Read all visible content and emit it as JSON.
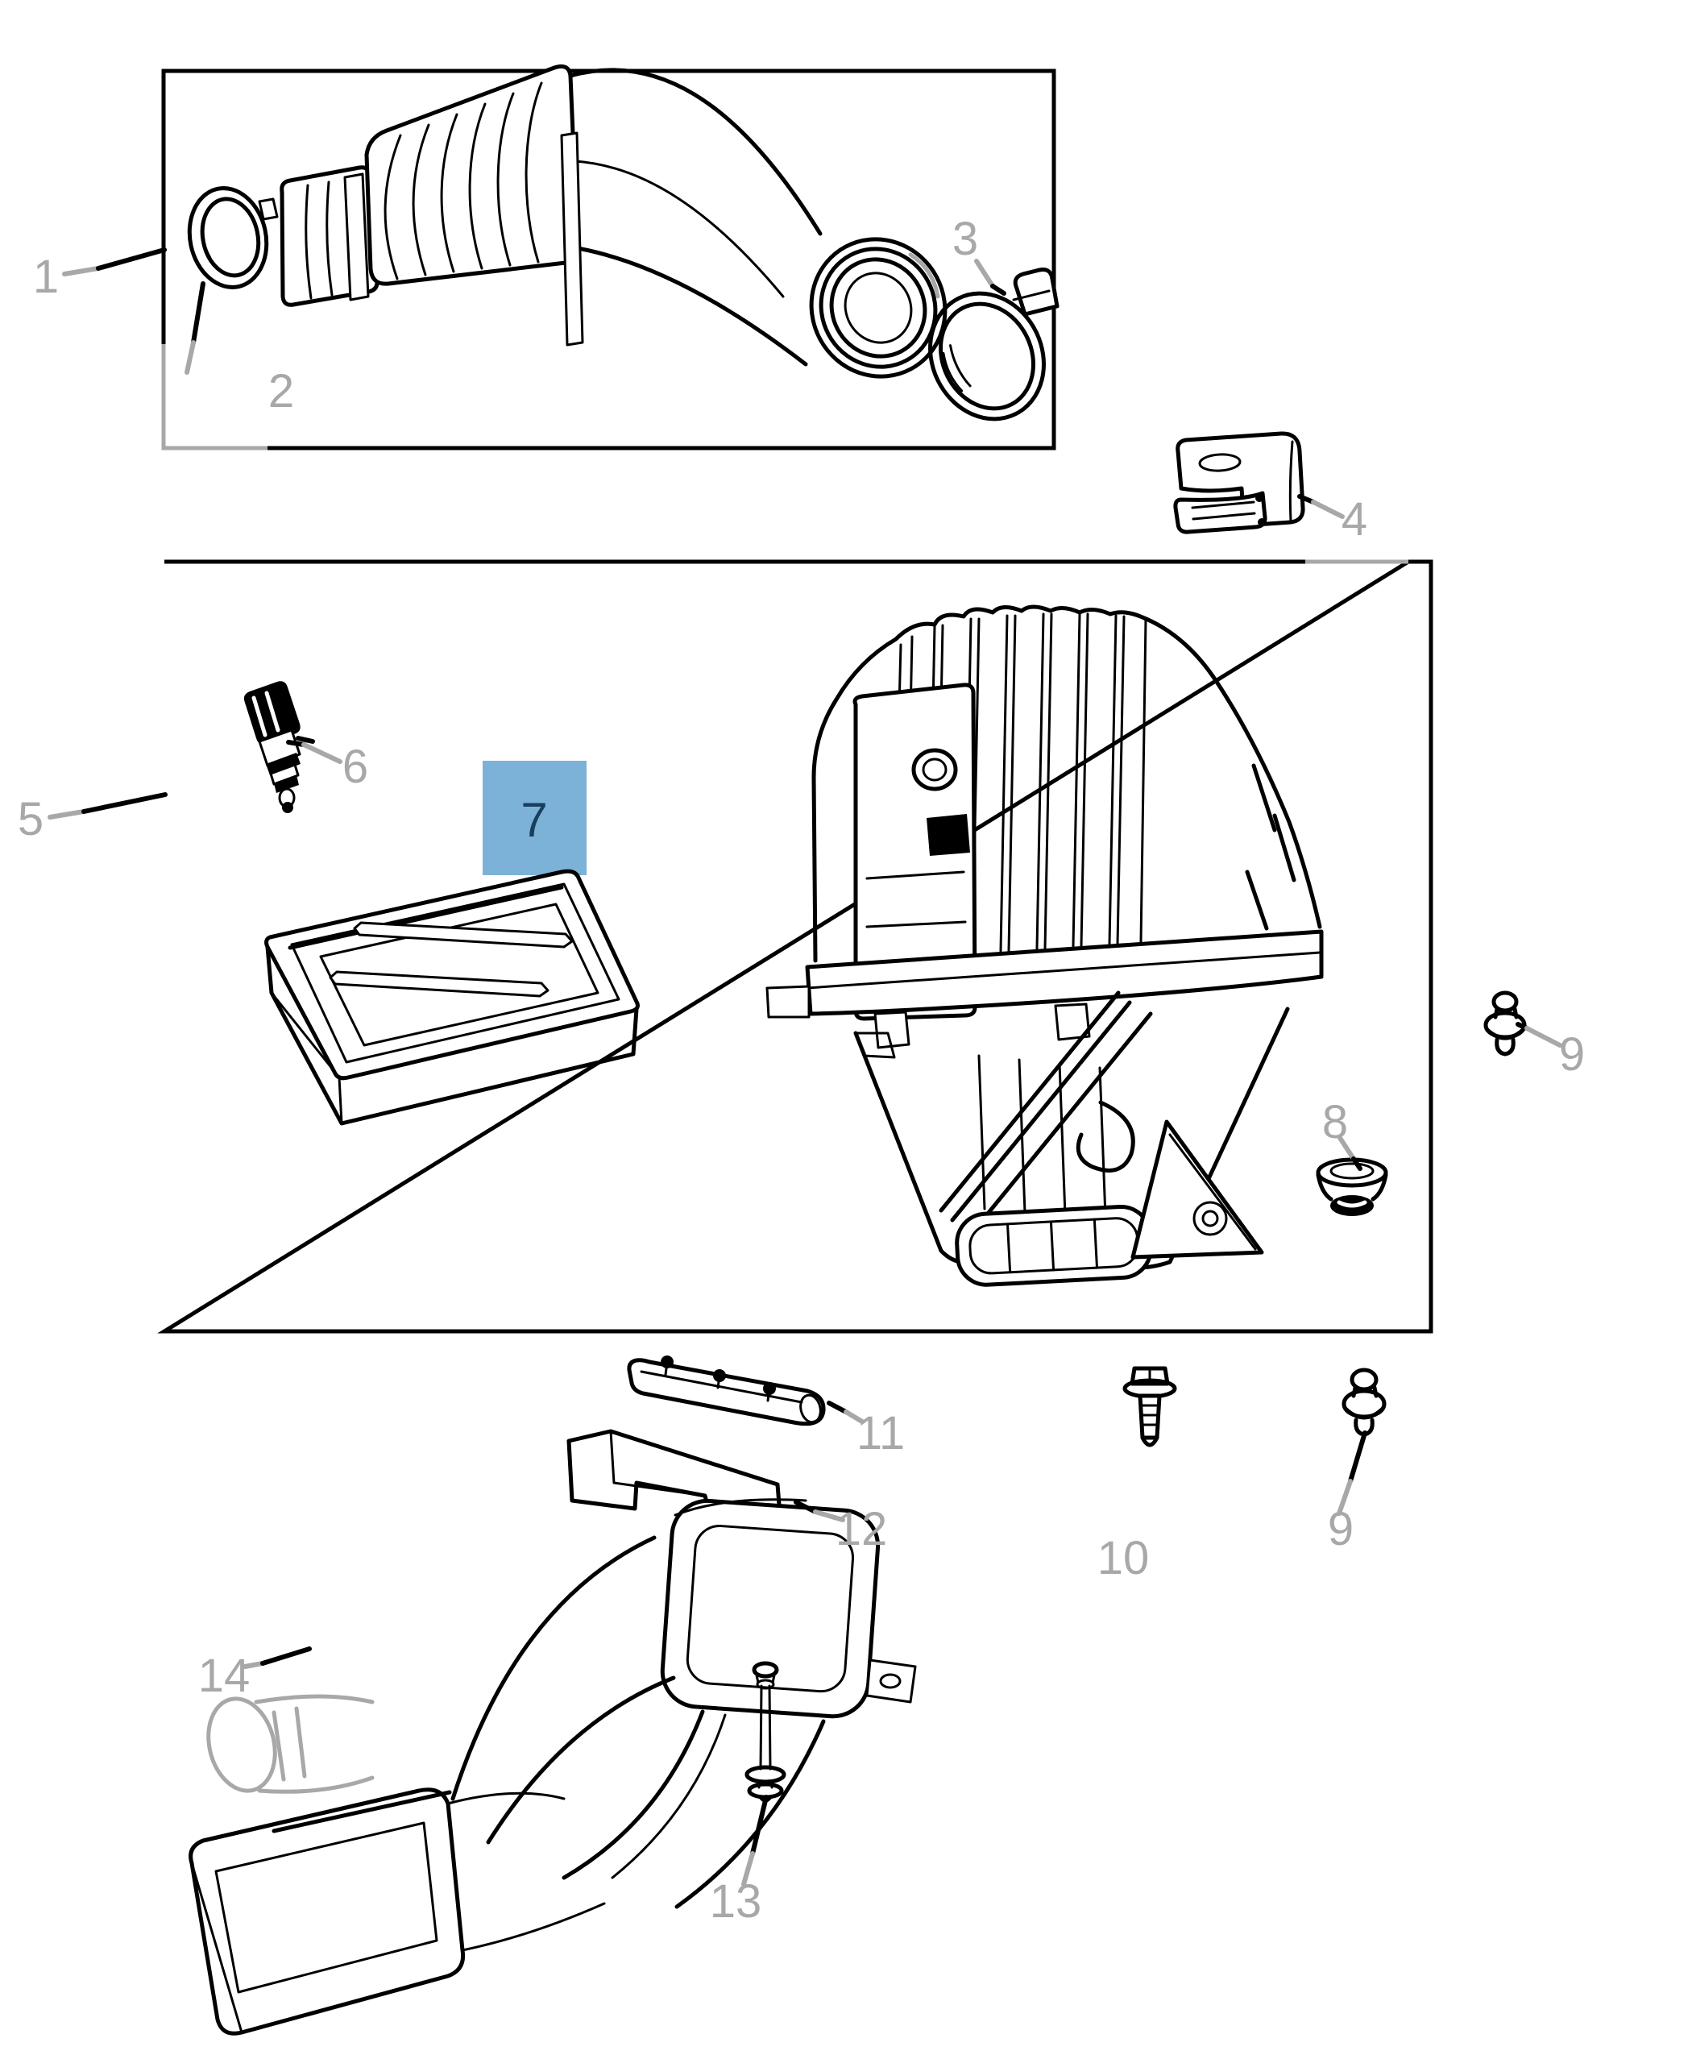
{
  "diagram": {
    "kind": "exploded-parts-diagram",
    "subject": "air cleaner and intake ducting",
    "background": "#ffffff",
    "line_color": "#000000",
    "callout_color": "#a8a8a8",
    "highlight": {
      "label": "7",
      "fill": "#7db2d8",
      "text_color": "#17405e"
    },
    "callouts": {
      "c1": {
        "label": "1"
      },
      "c2": {
        "label": "2"
      },
      "c3": {
        "label": "3"
      },
      "c4": {
        "label": "4"
      },
      "c5": {
        "label": "5"
      },
      "c6": {
        "label": "6"
      },
      "c7": {
        "label": "7"
      },
      "c8": {
        "label": "8"
      },
      "c9a": {
        "label": "9"
      },
      "c9b": {
        "label": "9"
      },
      "c10": {
        "label": "10"
      },
      "c11": {
        "label": "11"
      },
      "c12": {
        "label": "12"
      },
      "c13": {
        "label": "13"
      },
      "c14": {
        "label": "14"
      }
    }
  }
}
